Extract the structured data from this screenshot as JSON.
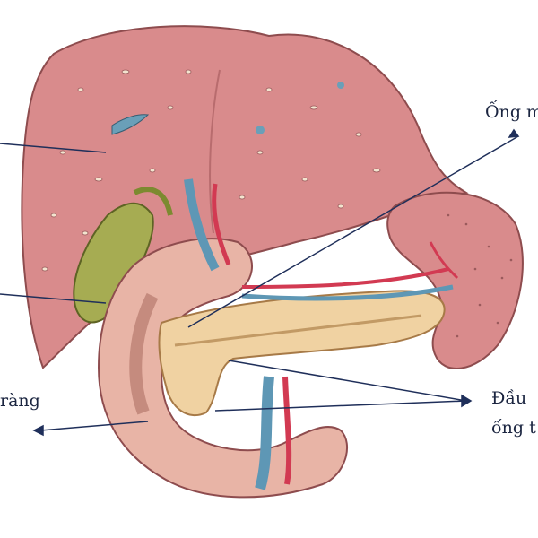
{
  "labels": {
    "right_top": "Ống m",
    "left_bottom": "ràng",
    "right_bottom_1": "Đầu",
    "right_bottom_2": "ống t"
  },
  "colors": {
    "liver": "#d98b8c",
    "liver_dark": "#b86c6e",
    "gallbladder": "#a6ac52",
    "duodenum": "#e8b4a6",
    "pancreas": "#f0d2a2",
    "artery": "#d23a52",
    "vein": "#5e97b5",
    "pointer_line": "#1f2f5a"
  }
}
